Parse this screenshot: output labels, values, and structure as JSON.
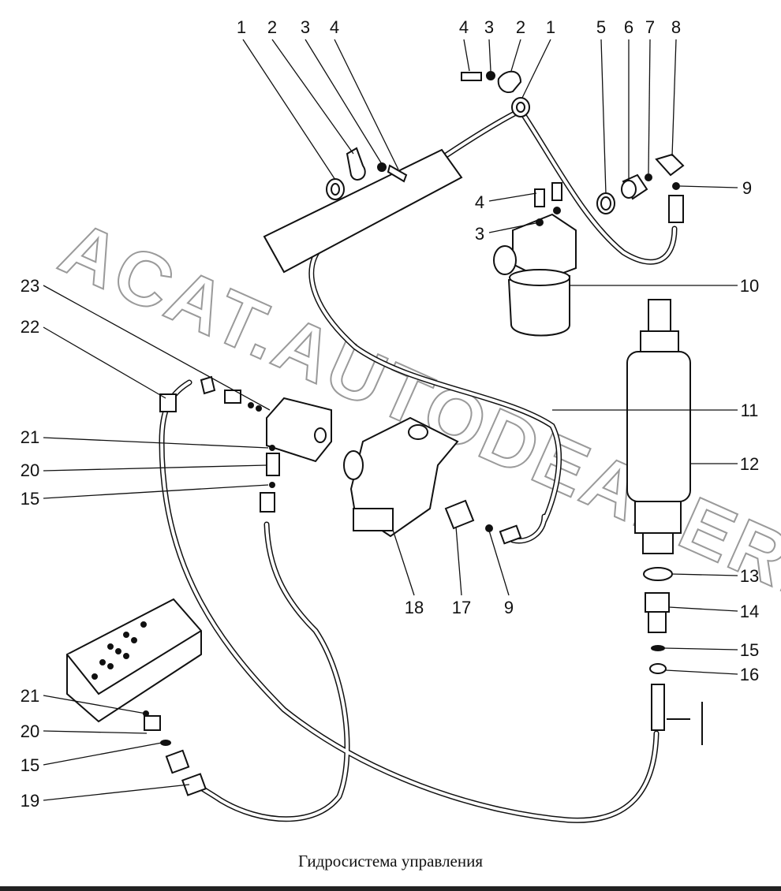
{
  "caption": "Гидросистема управления",
  "watermark": "ACAT.AUTODEALER.RU",
  "colors": {
    "ink": "#111111",
    "watermark": "#9a9a9a",
    "paper": "#ffffff"
  },
  "callouts": {
    "c1a": "1",
    "c2a": "2",
    "c3a": "3",
    "c4a": "4",
    "c4b": "4",
    "c3b": "3",
    "c2b": "2",
    "c1b": "1",
    "c5": "5",
    "c6": "6",
    "c7": "7",
    "c8": "8",
    "c9a": "9",
    "c4c": "4",
    "c3c": "3",
    "c10": "10",
    "c23": "23",
    "c22": "22",
    "c11": "11",
    "c12": "12",
    "c21a": "21",
    "c20a": "20",
    "c15a": "15",
    "c18": "18",
    "c17": "17",
    "c9b": "9",
    "c13": "13",
    "c14": "14",
    "c15b": "15",
    "c16": "16",
    "c21b": "21",
    "c20b": "20",
    "c15c": "15",
    "c19": "19"
  }
}
